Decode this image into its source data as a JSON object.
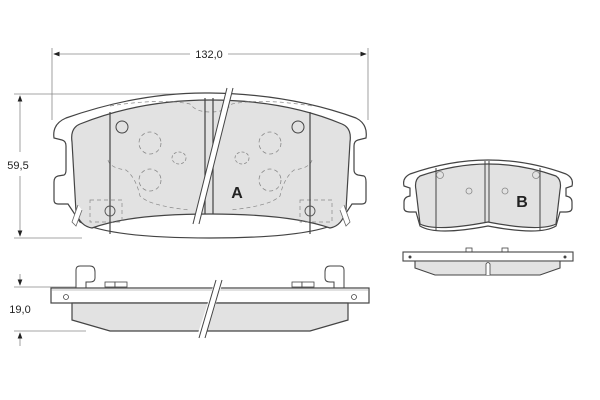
{
  "drawing": {
    "title": "Brake pad technical drawing",
    "colors": {
      "fill": "#e2e2e2",
      "outline": "#444444",
      "dim_line": "#888888",
      "text": "#222222"
    }
  },
  "dimensions": {
    "width": "132,0",
    "height": "59,5",
    "thickness": "19,0"
  },
  "labels": {
    "pad_a": "A",
    "pad_b": "B"
  }
}
